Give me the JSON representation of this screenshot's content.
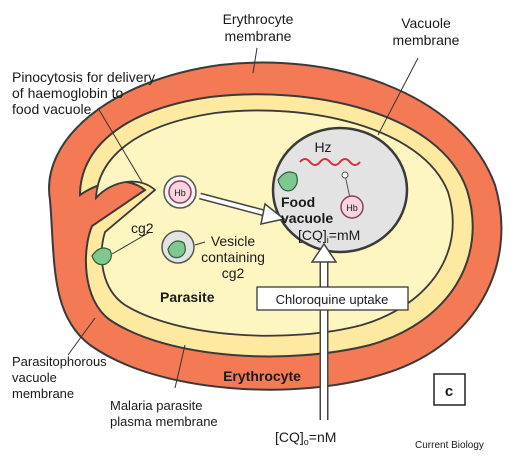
{
  "labels": {
    "erythrocyte_membrane": [
      "Erythrocyte",
      "membrane"
    ],
    "vacuole_membrane": [
      "Vacuole",
      "membrane"
    ],
    "pinocytosis": [
      "Pinocytosis for delivery",
      "of haemoglobin to",
      "food vacuole"
    ],
    "hz": "Hz",
    "hb_vesicle": "Hb",
    "hb_food": "Hb",
    "food_vacuole": [
      "Food",
      "vacuole"
    ],
    "cq_inside": "[CQ]",
    "cq_inside_sub": "i",
    "cq_inside_value": "=mM",
    "cg2": "cg2",
    "vesicle_containing": [
      "Vesicle",
      "containing",
      "cg2"
    ],
    "parasite": "Parasite",
    "chloroquine_uptake": "Chloroquine uptake",
    "parasitophorous": [
      "Parasitophorous",
      "vacuole",
      "membrane"
    ],
    "erythrocyte": "Erythrocyte",
    "malaria_membrane": [
      "Malaria parasite",
      "plasma membrane"
    ],
    "cq_outside": "[CQ]",
    "cq_outside_sub": "o",
    "cq_outside_value": "=nM",
    "panel_letter": "c",
    "source": "Current Biology"
  },
  "colors": {
    "erythrocyte": "#f37a55",
    "vacuole_ring": "#fde9a0",
    "parasite": "#fef6c0",
    "food_vacuole": "#e3e3e3",
    "cg2": "#7fc88f",
    "hz": "#d6303c",
    "hb": "#f7d6e2",
    "outline": "#3a3a3a"
  }
}
